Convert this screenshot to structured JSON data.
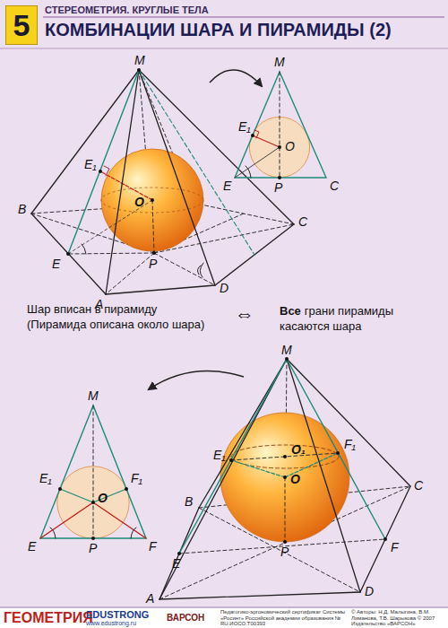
{
  "diagram": {
    "title": "КОМБИНАЦИИ ШАРА И ПИРАМИДЫ (2)",
    "nodes": [
      {
        "text": [
          "5"
        ]
      }
    ],
    "labels": [
      "СТЕРЕОМЕТРИЯ. КРУГЛЫЕ ТЕЛА",
      "M",
      "B",
      "E₁",
      "O",
      "E",
      "P",
      "C",
      "A",
      "D",
      "M",
      "E₁",
      "O",
      "E",
      "P",
      "C",
      "Шар вписан в пирамиду",
      "(Пирамида описана около шара)",
      "⇔",
      "Все",
      "грани пирамиды касаются шара",
      "M",
      "E₁",
      "F₁",
      "O",
      "E",
      "P",
      "F",
      "M",
      "E₁",
      "O₁",
      "F₁",
      "O",
      "B",
      "C",
      "E",
      "P",
      "F",
      "A",
      "D",
      "ГЕОМЕТРИЯ",
      "EDUSTRONG",
      "www.edustrong.ru",
      "ВАРСОН",
      "Педагогико-эргономический сертификат Системы «Росинт» Российской академии образования № RU.ИОСО.Т00393",
      "© Авторы: Н.Д. Малыгина, В.М. Лиманова, Т.В. Шарыкова © 2007 Издательство «ВАРСОН»"
    ]
  }
}
